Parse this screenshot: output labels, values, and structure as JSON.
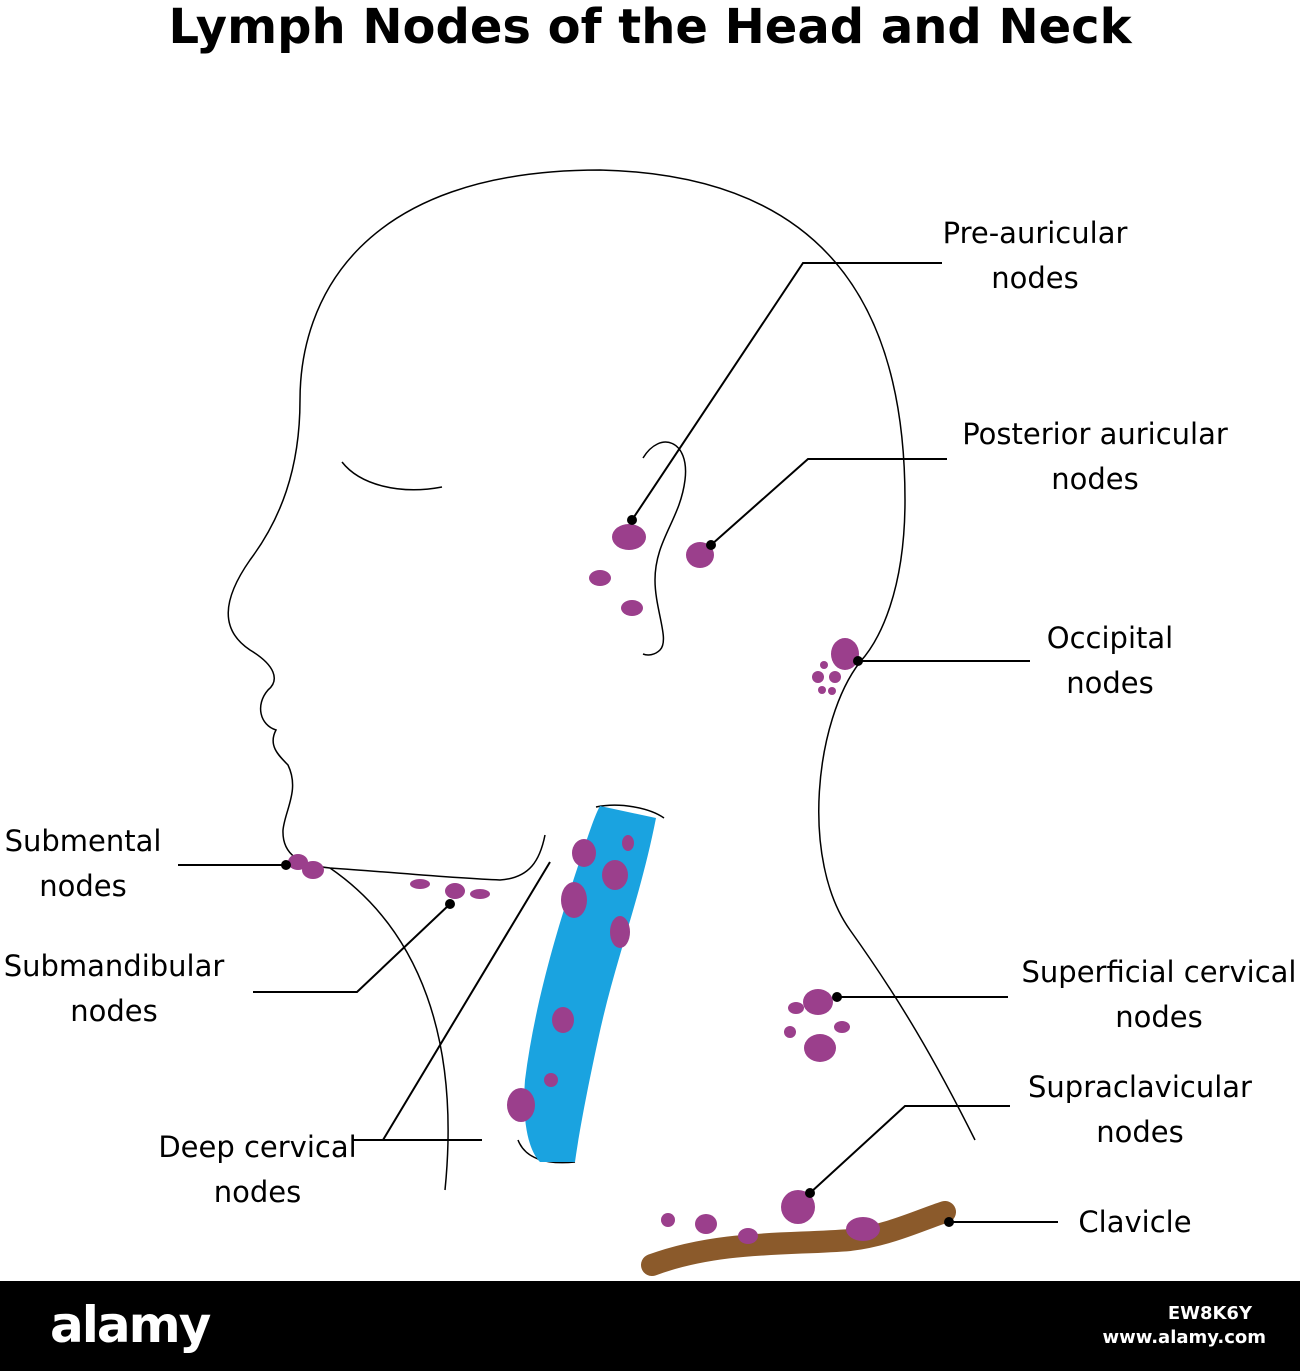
{
  "title": "Lymph Nodes of the Head and Neck",
  "labels": {
    "pre_auricular": [
      "Pre-auricular",
      "nodes"
    ],
    "posterior_auricular": [
      "Posterior auricular",
      "nodes"
    ],
    "occipital": [
      "Occipital",
      "nodes"
    ],
    "submental": [
      "Submental",
      "nodes"
    ],
    "submandibular": [
      "Submandibular",
      "nodes"
    ],
    "superficial_cervical": [
      "Superficial cervical",
      "nodes"
    ],
    "supraclavicular": [
      "Supraclavicular",
      "nodes"
    ],
    "deep_cervical": [
      "Deep cervical",
      "nodes"
    ],
    "clavicle": [
      "Clavicle"
    ]
  },
  "footer": {
    "logo": "alamy",
    "image_id": "EW8K6Y",
    "site": "www.alamy.com"
  },
  "colors": {
    "node": "#9b3f8c",
    "vessel": "#1aa3e0",
    "clavicle": "#8b5a2b",
    "outline": "#000000"
  }
}
